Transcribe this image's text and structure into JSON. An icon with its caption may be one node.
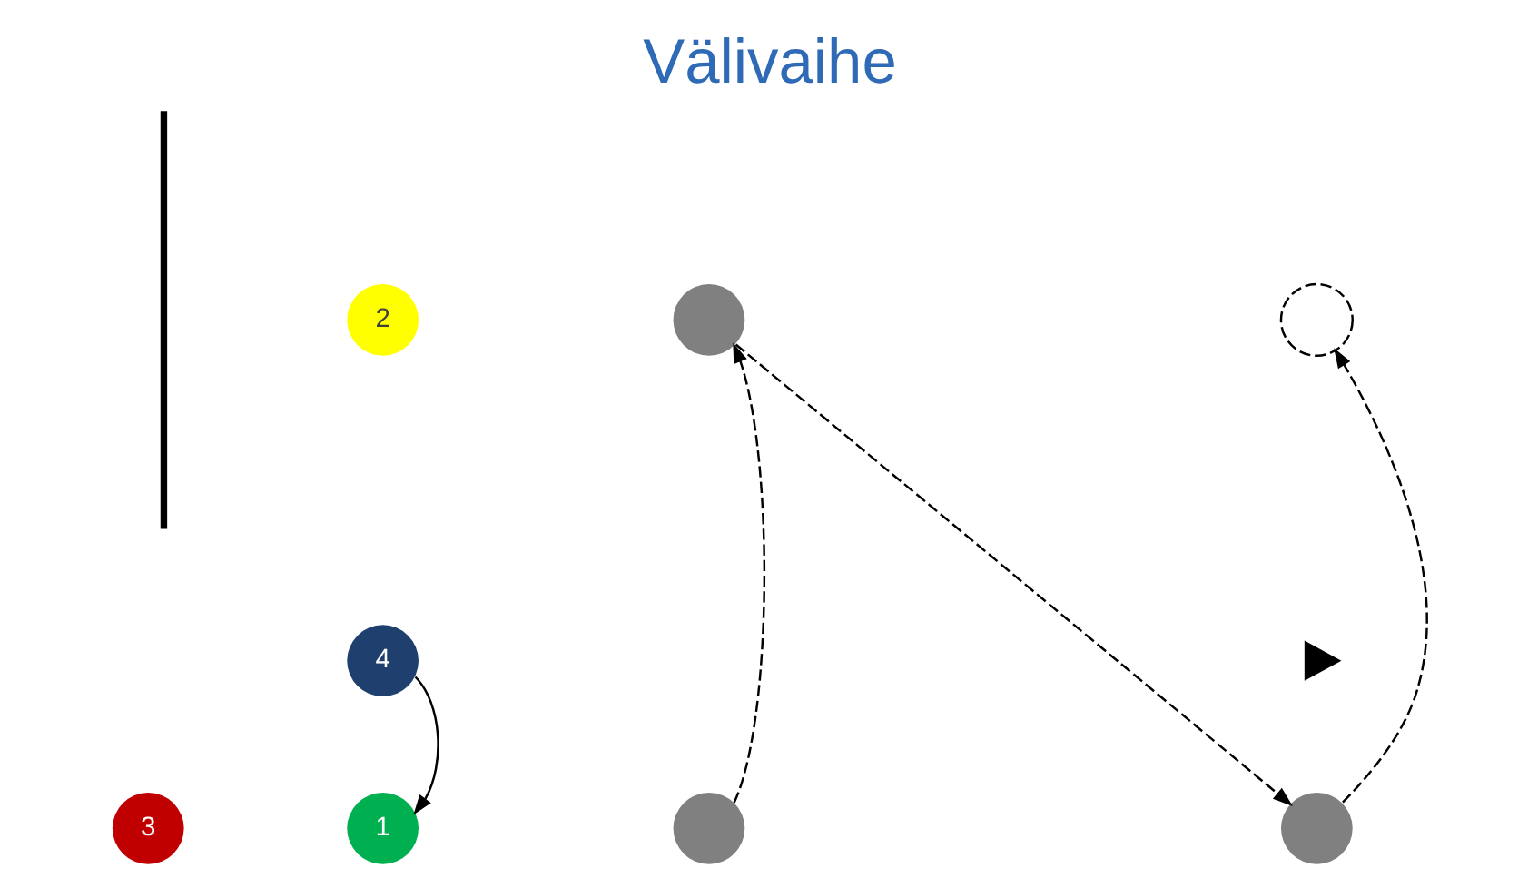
{
  "diagram": {
    "title": "Välivaihe",
    "nodes": [
      {
        "text": [
          "2"
        ]
      },
      {
        "text": [],
        "shape": "circle"
      },
      {
        "text": [],
        "shape": "circle"
      },
      {
        "text": [
          "4"
        ]
      },
      {
        "text": [
          "3"
        ]
      },
      {
        "text": [
          "1"
        ]
      },
      {
        "text": [],
        "shape": "circle"
      },
      {
        "text": [],
        "shape": "circle"
      },
      {
        "text": [],
        "shape": "triangle"
      }
    ],
    "edges": [
      {
        "from": 3,
        "to": 5,
        "arrow": "to"
      },
      {
        "from": 6,
        "to": 1,
        "arrow": "to",
        "style": "dashed"
      },
      {
        "from": 2,
        "to": 6,
        "arrow": "to",
        "style": "dashed"
      },
      {
        "from": 7,
        "to": 2,
        "arrow": "to",
        "style": "dashed"
      }
    ]
  }
}
